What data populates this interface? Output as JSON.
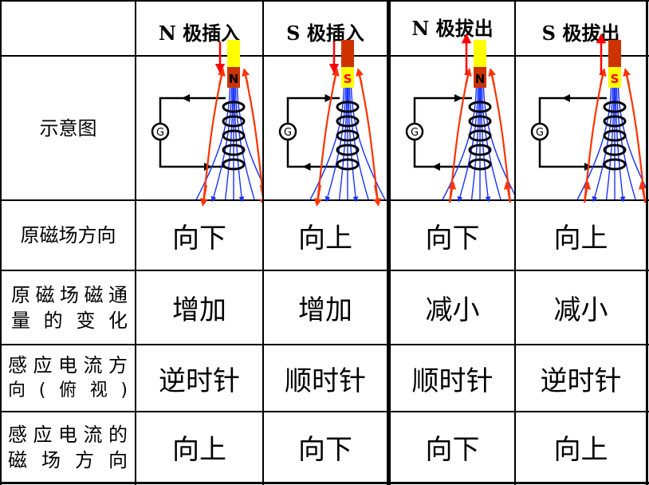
{
  "header": {
    "col1": "N 极插入",
    "col2": "S 极插入",
    "col3": "N 极拔出",
    "col4": "S 极拔出"
  },
  "rows": {
    "diagram_label": "示意图",
    "original_field_direction": {
      "label": "原磁场方向",
      "values": [
        "向下",
        "向上",
        "向下",
        "向上"
      ]
    },
    "flux_change": {
      "label_line1": "原磁场磁通",
      "label_line2": "量的变化",
      "values": [
        "增加",
        "增加",
        "减小",
        "减小"
      ]
    },
    "induced_current_direction": {
      "label_line1": "感应电流方",
      "label_line2": "向(俯视)",
      "values": [
        "逆时针",
        "顺时针",
        "顺时针",
        "逆时针"
      ]
    },
    "induced_field_direction": {
      "label_line1": "感应电流的",
      "label_line2": "磁场方向",
      "values": [
        "向上",
        "向下",
        "向下",
        "向上"
      ]
    }
  },
  "diagrams": [
    {
      "pole_label": "N",
      "galvanometer": "G",
      "magnet_motion": "down",
      "external_arrow": "down"
    },
    {
      "pole_label": "S",
      "galvanometer": "G",
      "magnet_motion": "down",
      "external_arrow": "down"
    },
    {
      "pole_label": "N",
      "galvanometer": "G",
      "magnet_motion": "up",
      "external_arrow": "up"
    },
    {
      "pole_label": "S",
      "galvanometer": "G",
      "magnet_motion": "up",
      "external_arrow": "up"
    }
  ],
  "colors": {
    "magnet_yellow": "#ffff00",
    "magnet_brown": "#cc3300",
    "field_line_red": "#ff3300",
    "field_line_blue": "#1a33ff",
    "arrow_red": "#ff0000",
    "pole_S_text": "#ffffff",
    "pole_N_text": "#000000"
  }
}
